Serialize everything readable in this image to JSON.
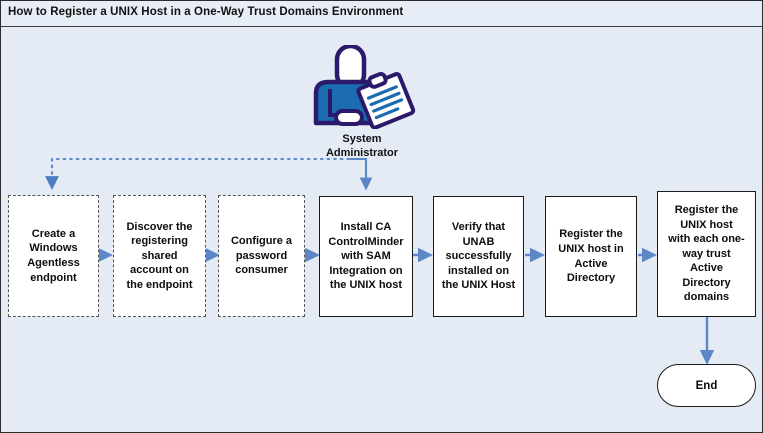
{
  "header": {
    "title": "How to Register a UNIX Host in a One-Way Trust Domains Environment"
  },
  "diagram": {
    "actor": {
      "icon": "system-administrator-icon",
      "label_line1": "System",
      "label_line2": "Administrator"
    },
    "steps": [
      {
        "id": "step-1",
        "style": "dashed",
        "lines": [
          "Create a",
          "Windows",
          "Agentless",
          "endpoint"
        ]
      },
      {
        "id": "step-2",
        "style": "dashed",
        "lines": [
          "Discover the",
          "registering",
          "shared",
          "account on",
          "the endpoint"
        ]
      },
      {
        "id": "step-3",
        "style": "dashed",
        "lines": [
          "Configure a",
          "password",
          "consumer"
        ]
      },
      {
        "id": "step-4",
        "style": "solid",
        "lines": [
          "Install CA",
          "ControlMinder",
          "with SAM",
          "Integration on",
          "the UNIX host"
        ]
      },
      {
        "id": "step-5",
        "style": "solid",
        "lines": [
          "Verify that",
          "UNAB",
          "successfully",
          "installed on",
          "the UNIX Host"
        ]
      },
      {
        "id": "step-6",
        "style": "solid",
        "lines": [
          "Register the",
          "UNIX host in",
          "Active",
          "Directory"
        ]
      },
      {
        "id": "step-7",
        "style": "solid",
        "lines": [
          "Register the",
          "UNIX host",
          "with each one-",
          "way trust",
          "Active",
          "Directory",
          "domains"
        ]
      }
    ],
    "terminator": {
      "label": "End"
    },
    "colors": {
      "background": "#e4ebf5",
      "connector": "#5b87c7",
      "box_border_solid": "#1a1a1a",
      "box_border_dashed": "#555555",
      "icon_outline": "#2b1a6b",
      "icon_body": "#1b6cb0",
      "text": "#0d0d0d"
    }
  }
}
